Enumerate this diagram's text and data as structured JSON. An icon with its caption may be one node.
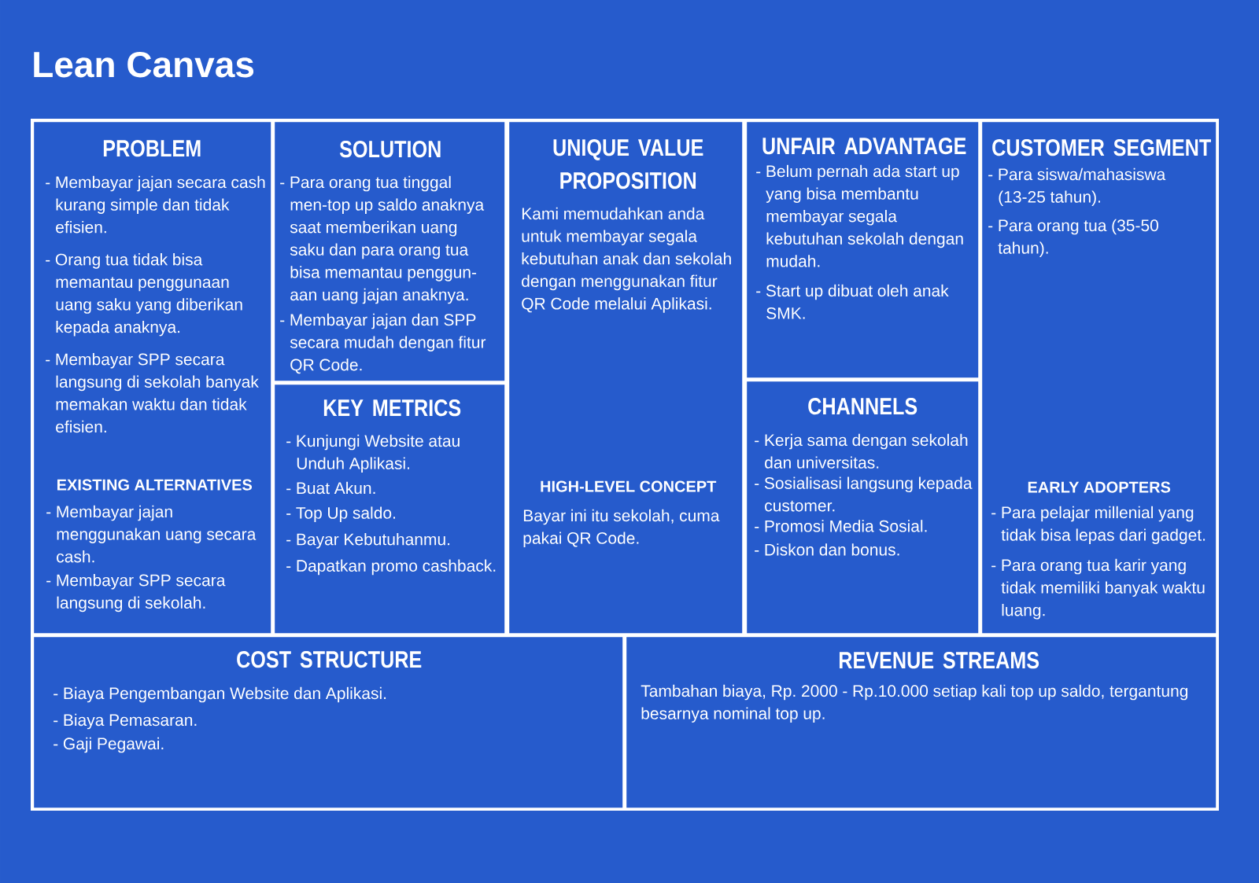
{
  "diagram": {
    "title": "Lean Canvas",
    "nodes": [
      {
        "text": [
          "PROBLEM",
          "- Membayar jajan secara cash kurang simple dan tidak efisien.",
          "- Orang tua tidak bisa memantau penggunaan uang saku yang diberikan kepada anaknya.",
          "- Membayar SPP secara langsung di sekolah banyak memakan waktu dan tidak efisien.",
          "EXISTING ALTERNATIVES",
          "- Membayar jajan menggunakan uang secara cash.",
          "- Membayar SPP secara langsung di sekolah."
        ]
      },
      {
        "text": [
          "SOLUTION",
          "- Para orang tua tinggal men-top up saldo anaknya saat memberikan uang saku dan para orang tua bisa memantau penggun- aan uang jajan anaknya.",
          "- Membayar jajan dan SPP secara mudah dengan fitur QR Code."
        ]
      },
      {
        "text": [
          "KEY METRICS",
          "- Kunjungi Website atau Unduh Aplikasi.",
          "- Buat Akun.",
          "- Top Up saldo.",
          "- Bayar Kebutuhanmu.",
          "- Dapatkan promo cashback."
        ]
      },
      {
        "text": [
          "UNIQUE VALUE PROPOSITION",
          "Kami memudahkan anda untuk membayar segala kebutuhan anak dan sekolah dengan menggunakan fitur QR Code melalui Aplikasi.",
          "HIGH-LEVEL CONCEPT",
          "Bayar ini itu sekolah, cuma pakai QR Code."
        ]
      },
      {
        "text": [
          "UNFAIR ADVANTAGE",
          "- Belum pernah ada start up yang bisa membantu membayar segala kebutuhan sekolah dengan mudah.",
          "- Start up dibuat oleh anak SMK."
        ]
      },
      {
        "text": [
          "CHANNELS",
          "- Kerja sama dengan sekolah dan universitas.",
          "- Sosialisasi langsung kepada customer.",
          "- Promosi Media Sosial.",
          "- Diskon dan bonus."
        ]
      },
      {
        "text": [
          "CUSTOMER SEGMENT",
          "- Para siswa/mahasiswa (13-25 tahun).",
          "- Para orang tua (35-50 tahun).",
          "EARLY ADOPTERS",
          "- Para pelajar millenial yang tidak bisa lepas dari gadget.",
          "- Para orang tua karir yang tidak memiliki banyak waktu luang."
        ]
      },
      {
        "text": [
          "COST STRUCTURE",
          "- Biaya Pengembangan Website dan Aplikasi.",
          "- Biaya Pemasaran.",
          "- Gaji Pegawai."
        ]
      },
      {
        "text": [
          "REVENUE STREAMS",
          "Tambahan biaya, Rp. 2000 - Rp.10.000 setiap kali top up saldo, tergantung besarnya nominal top up."
        ]
      }
    ]
  }
}
